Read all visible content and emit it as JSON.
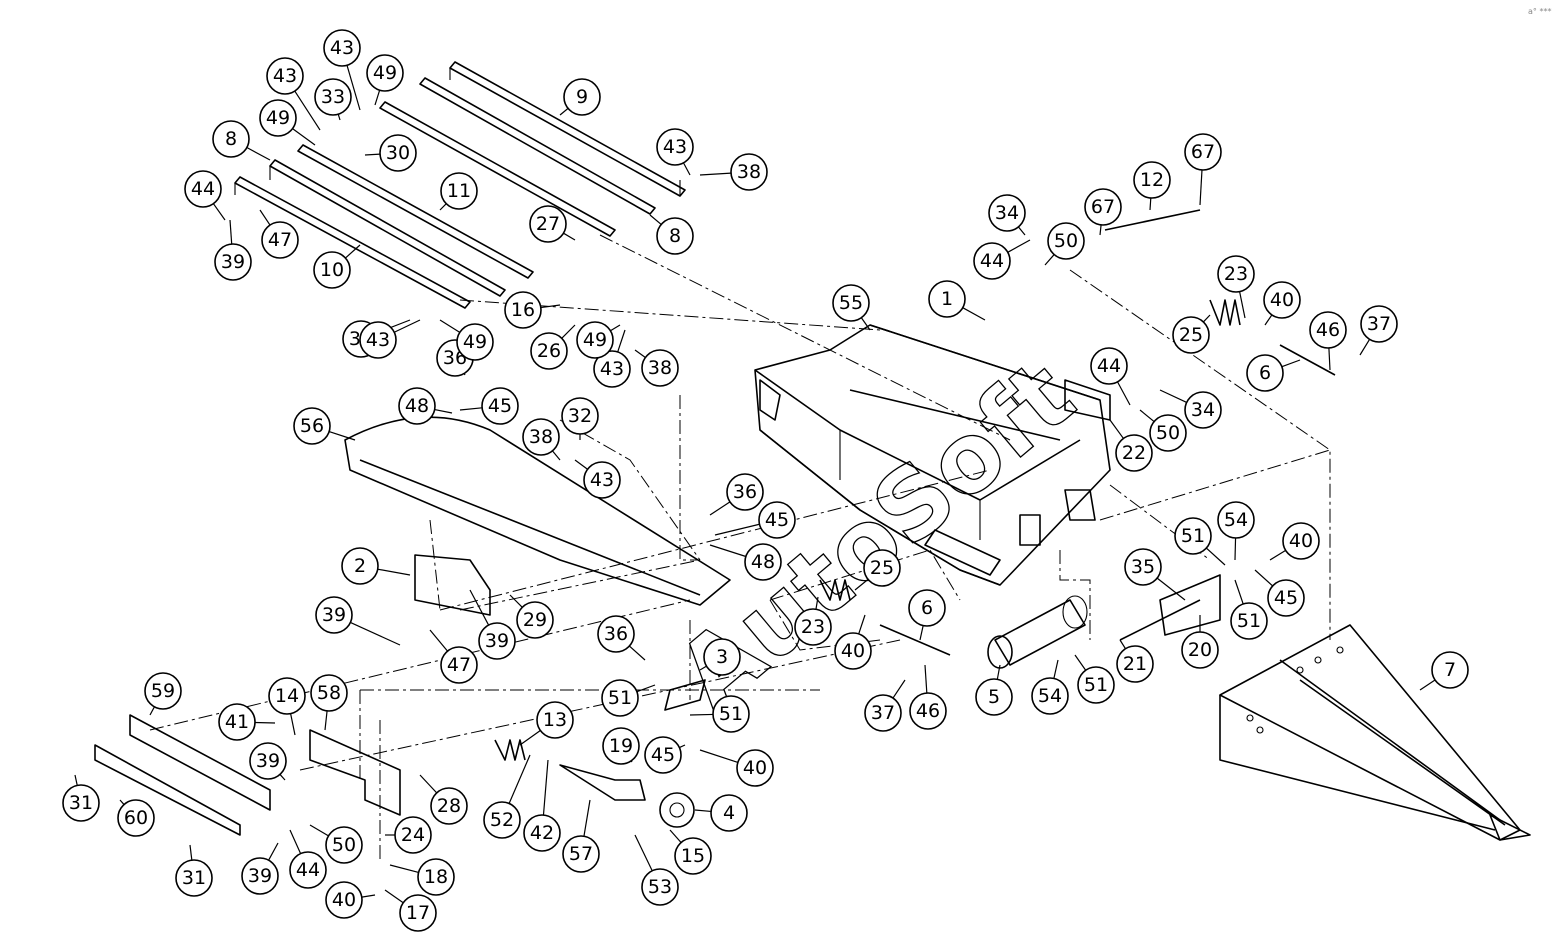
{
  "watermark": "AutoSoft",
  "corner_mark": "a° ***",
  "callouts": [
    "1",
    "2",
    "3",
    "4",
    "5",
    "6",
    "6",
    "7",
    "8",
    "8",
    "9",
    "10",
    "11",
    "12",
    "13",
    "14",
    "15",
    "16",
    "17",
    "18",
    "19",
    "20",
    "21",
    "22",
    "23",
    "23",
    "24",
    "25",
    "25",
    "26",
    "27",
    "28",
    "29",
    "30",
    "31",
    "31",
    "32",
    "33",
    "34",
    "34",
    "35",
    "36",
    "36",
    "36",
    "37",
    "37",
    "38",
    "38",
    "38",
    "38",
    "39",
    "39",
    "39",
    "39",
    "39",
    "40",
    "40",
    "40",
    "40",
    "40",
    "41",
    "42",
    "43",
    "43",
    "43",
    "43",
    "43",
    "43",
    "44",
    "44",
    "44",
    "44",
    "45",
    "45",
    "45",
    "45",
    "46",
    "46",
    "47",
    "47",
    "48",
    "48",
    "49",
    "49",
    "49",
    "49",
    "50",
    "50",
    "50",
    "51",
    "51",
    "51",
    "51",
    "51",
    "52",
    "53",
    "54",
    "54",
    "55",
    "56",
    "57",
    "58",
    "59",
    "60",
    "67",
    "67"
  ]
}
